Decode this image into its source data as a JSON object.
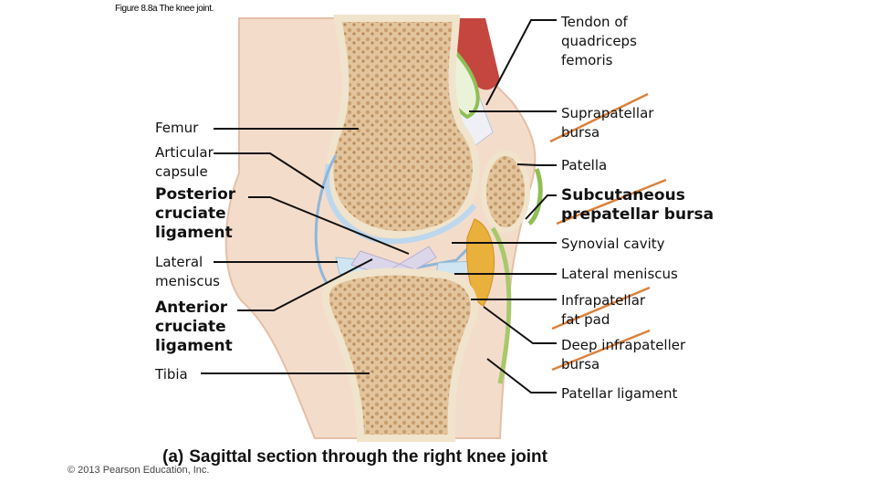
{
  "figure_label": "Figure 8.8a  The knee joint.",
  "labels_left": {
    "femur": "Femur",
    "articular_capsule": "Articular\ncapsule",
    "posterior_cruciate": "Posterior\ncruciate\nligament",
    "lateral_meniscus": "Lateral\nmeniscus",
    "anterior_cruciate": "Anterior\ncruciate\nligament",
    "tibia": "Tibia"
  },
  "labels_right": {
    "quadriceps_tendon": "Tendon of\nquadriceps\nfemoris",
    "suprapatellar_bursa": "Suprapatellar\nbursa",
    "patella": "Patella",
    "subcutaneous_bursa": "Subcutaneous\nprepatellar bursa",
    "synovial_cavity": "Synovial cavity",
    "lateral_meniscus": "Lateral meniscus",
    "infrapatellar_fat_pad": "Infrapatellar\nfat pad",
    "deep_infrapatellar_bursa": "Deep infrapateller\nbursa",
    "patellar_ligament": "Patellar ligament"
  },
  "caption": {
    "part": "(a)",
    "text": "Sagittal section through the right knee joint"
  },
  "copyright": "© 2013 Pearson Education, Inc.",
  "colors": {
    "skin": "#f3d9c8",
    "bone_cortex": "#f1e2c6",
    "bone_spongy": "#d9b78e",
    "cartilage": "#c9dff0",
    "muscle": "#c8504a",
    "fat": "#e9b33a",
    "ligament": "#d8d3e6",
    "bursa_green": "#a7c96a",
    "strike_marks": "#d9823c"
  }
}
